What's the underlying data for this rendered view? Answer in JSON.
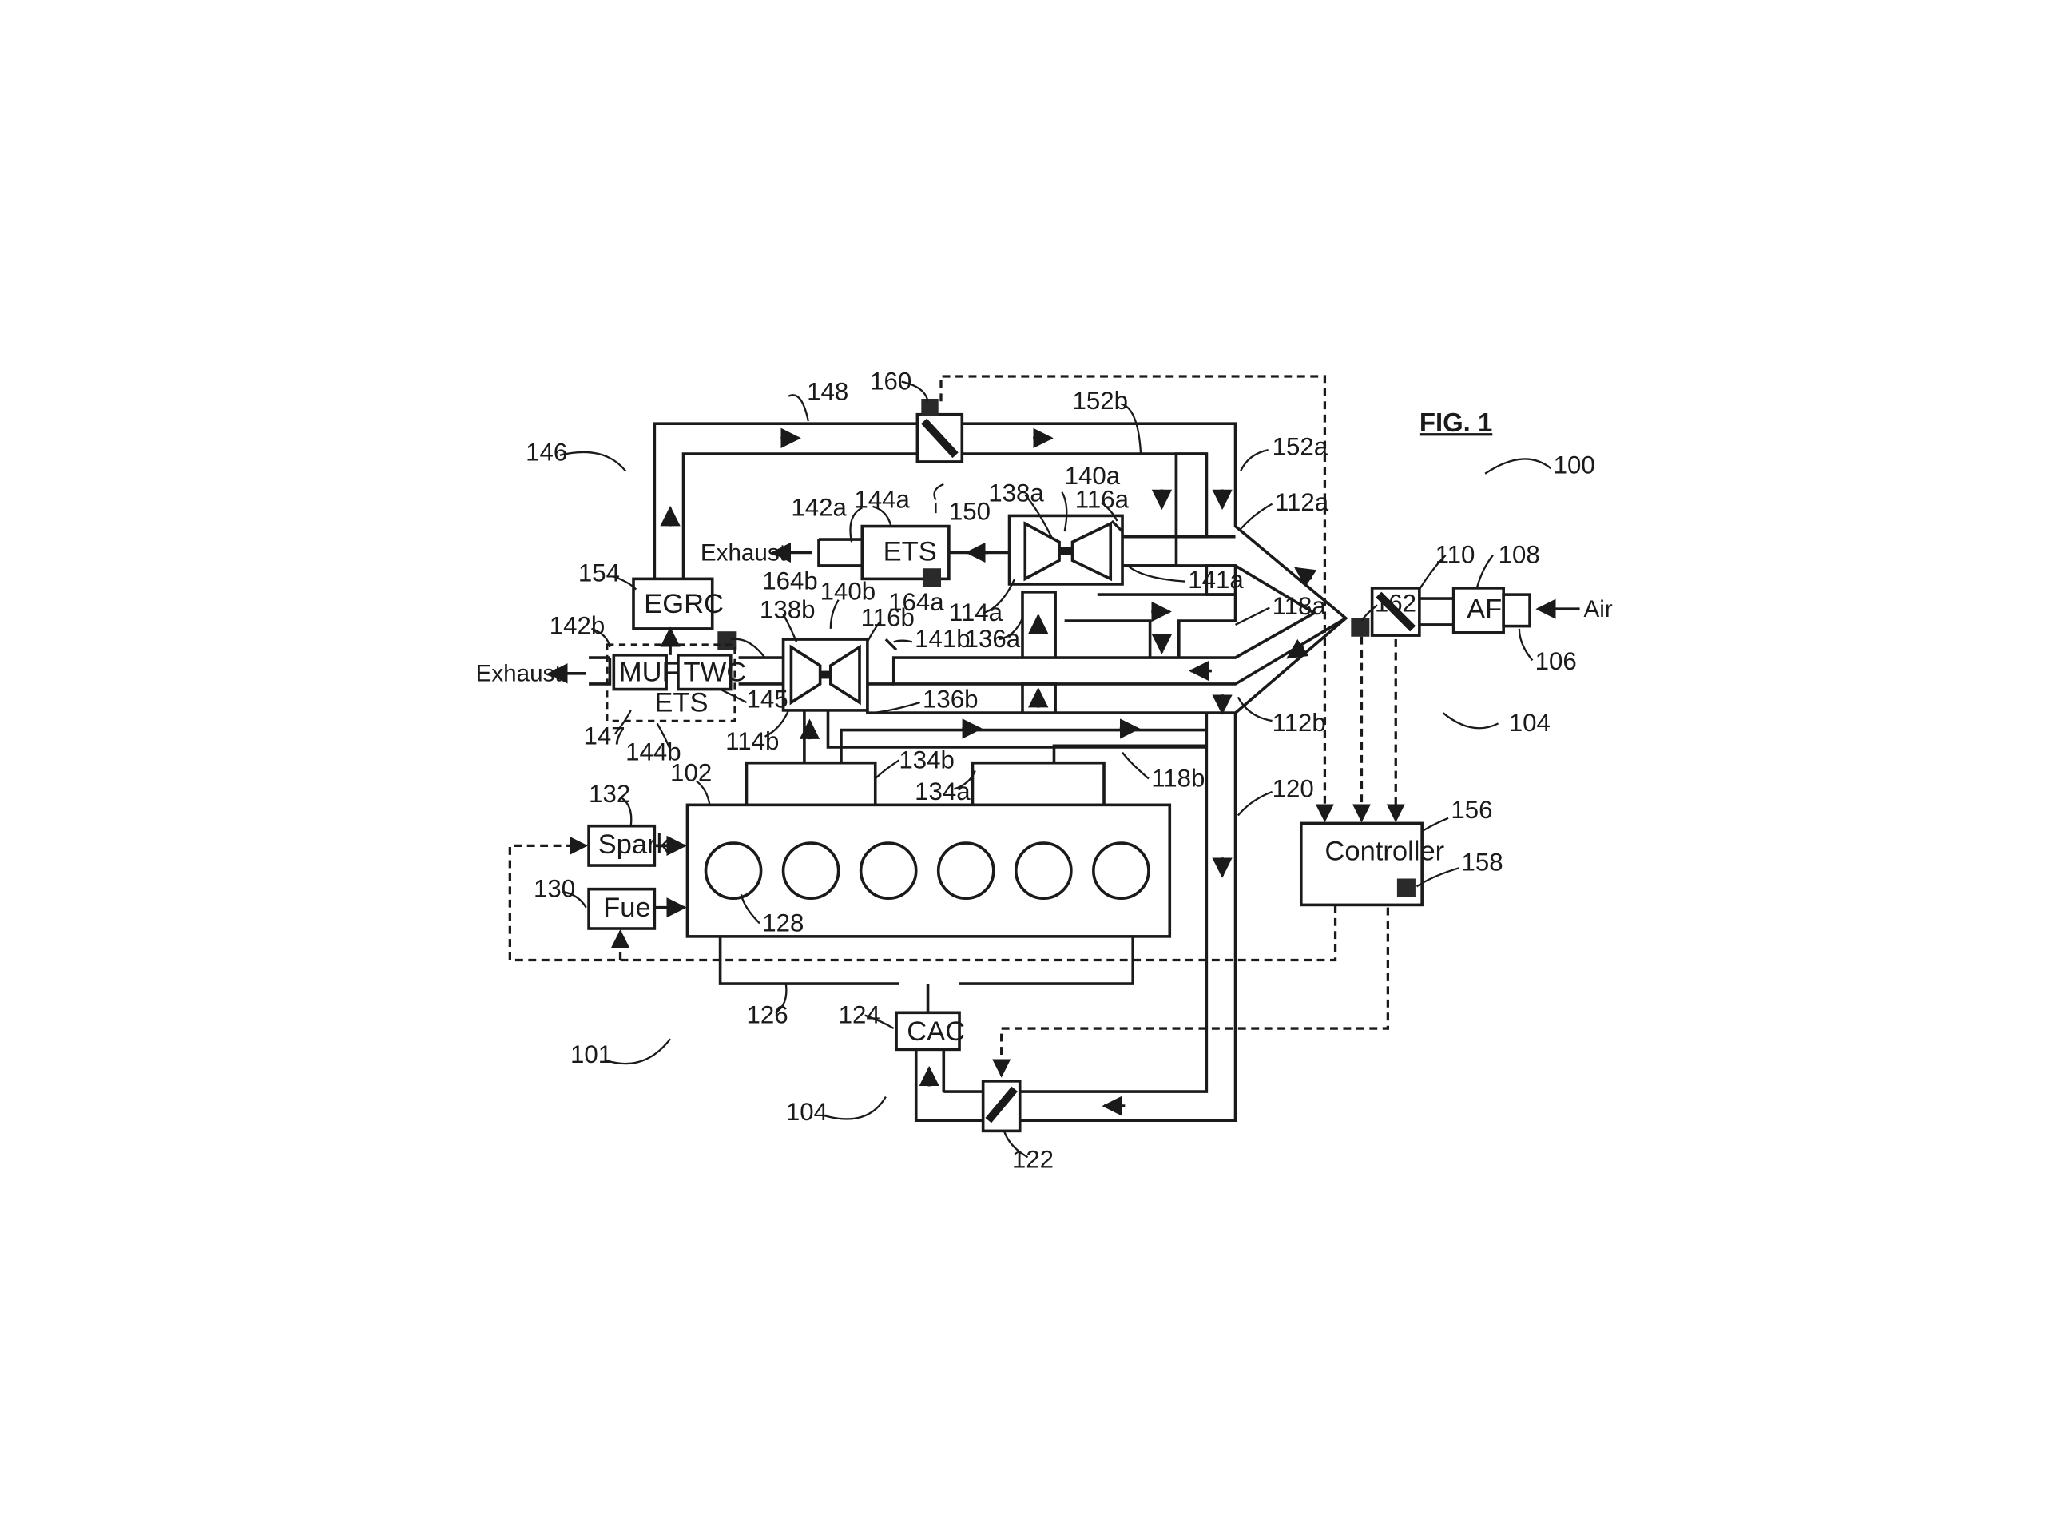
{
  "figure": {
    "title": "FIG. 1"
  },
  "colors": {
    "ink": "#1a1a1a",
    "paper": "#ffffff"
  },
  "components": {
    "ets_a": "ETS",
    "egrc": "EGRC",
    "muf": "MUF",
    "twc": "TWC",
    "ets_b": "ETS",
    "spark": "Spark",
    "fuel": "Fuel",
    "cac": "CAC",
    "af": "AF",
    "controller": "Controller"
  },
  "flow_labels": {
    "exhaust_a": "Exhaust",
    "exhaust_b": "Exhaust",
    "air": "Air"
  },
  "refs": {
    "r100": "100",
    "r101": "101",
    "r102": "102",
    "r104a": "104",
    "r104b": "104",
    "r106": "106",
    "r108": "108",
    "r110": "110",
    "r112a": "112a",
    "r112b": "112b",
    "r114a": "114a",
    "r114b": "114b",
    "r116a": "116a",
    "r116b": "116b",
    "r118a": "118a",
    "r118b": "118b",
    "r120": "120",
    "r122": "122",
    "r124": "124",
    "r126": "126",
    "r128": "128",
    "r130": "130",
    "r132": "132",
    "r134a": "134a",
    "r134b": "134b",
    "r136a": "136a",
    "r136b": "136b",
    "r138a": "138a",
    "r138b": "138b",
    "r140a": "140a",
    "r140b": "140b",
    "r141a": "141a",
    "r141b": "141b",
    "r142a": "142a",
    "r142b": "142b",
    "r144a": "144a",
    "r144b": "144b",
    "r145": "145",
    "r146": "146",
    "r147": "147",
    "r148": "148",
    "r150": "150",
    "r152a": "152a",
    "r152b": "152b",
    "r154": "154",
    "r156": "156",
    "r158": "158",
    "r160": "160",
    "r162": "162",
    "r164a": "164a",
    "r164b": "164b"
  }
}
